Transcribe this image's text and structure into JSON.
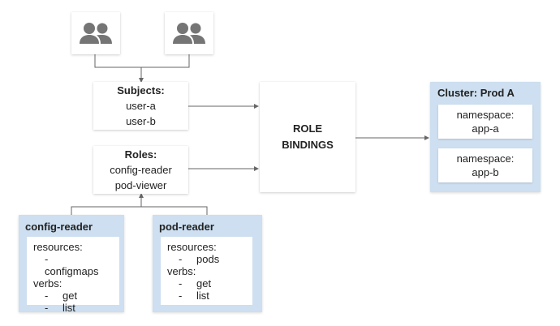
{
  "subjects": {
    "title": "Subjects:",
    "items": [
      "user-a",
      "user-b"
    ]
  },
  "roles": {
    "title": "Roles:",
    "items": [
      "config-reader",
      "pod-viewer"
    ]
  },
  "role_bindings": {
    "line1": "ROLE",
    "line2": "BINDINGS"
  },
  "cluster": {
    "title": "Cluster: Prod A",
    "namespaces": [
      {
        "label": "namespace:",
        "name": "app-a"
      },
      {
        "label": "namespace:",
        "name": "app-b"
      }
    ]
  },
  "role_defs": [
    {
      "title": "config-reader",
      "resources_label": "resources:",
      "resources": [
        "configmaps"
      ],
      "verbs_label": "verbs:",
      "verbs": [
        "get",
        "list"
      ]
    },
    {
      "title": "pod-reader",
      "resources_label": "resources:",
      "resources": [
        "pods"
      ],
      "verbs_label": "verbs:",
      "verbs": [
        "get",
        "list"
      ]
    }
  ],
  "dash": "-",
  "colors": {
    "panel": "#cddff0",
    "icon": "#757575",
    "line": "#666666"
  },
  "icons": {
    "user": "people-icon"
  }
}
